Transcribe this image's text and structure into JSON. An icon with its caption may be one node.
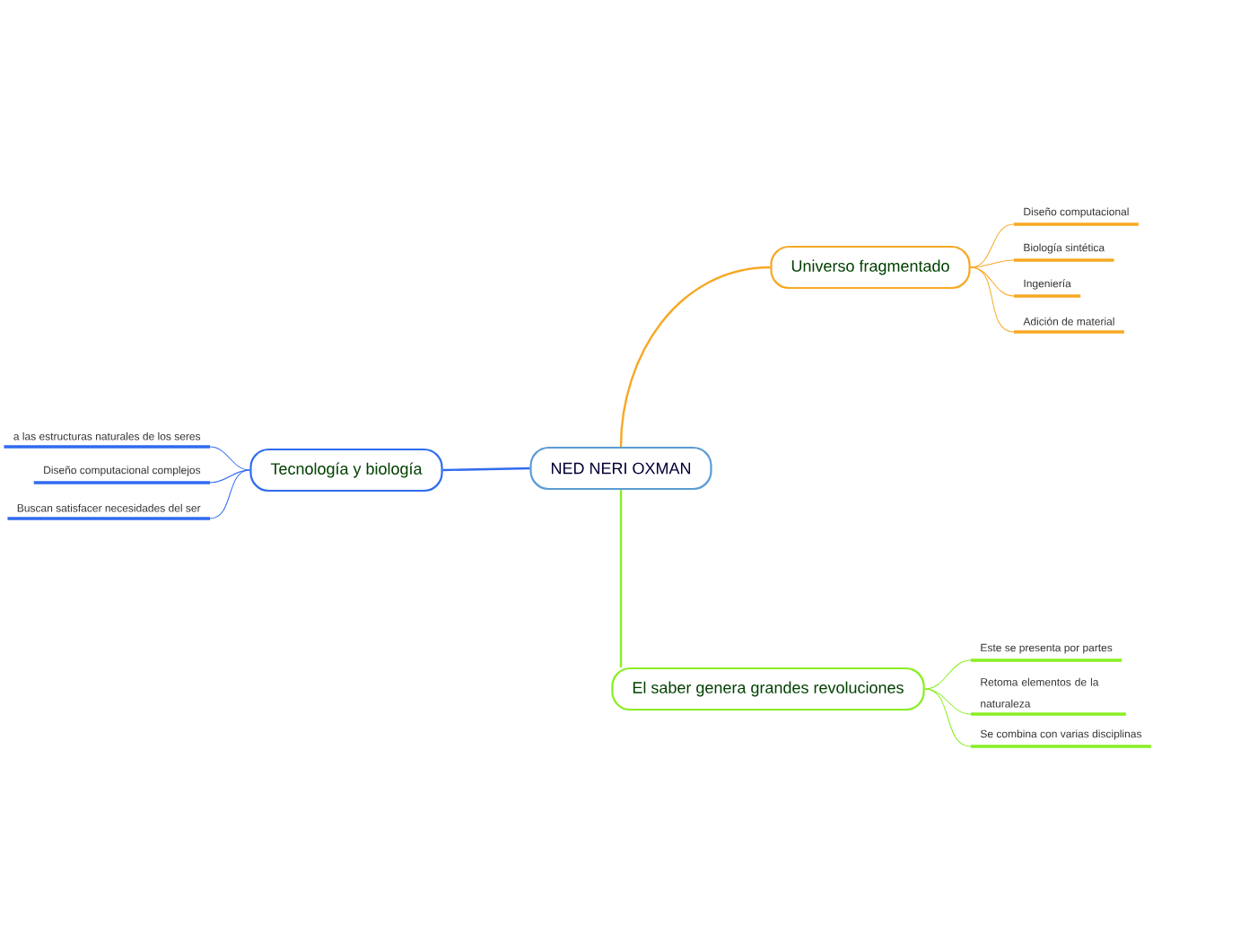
{
  "diagram": {
    "nodes": [
      {
        "text": [
          "NED NERI OXMAN"
        ]
      },
      {
        "text": [
          "Universo fragmentado"
        ]
      },
      {
        "text": [
          "Diseño computacional"
        ]
      },
      {
        "text": [
          "Biología sintética"
        ]
      },
      {
        "text": [
          "Ingeniería"
        ]
      },
      {
        "text": [
          "Adición de material"
        ]
      },
      {
        "text": [
          "Tecnología y biología"
        ]
      },
      {
        "text": [
          "a las estructuras naturales de los seres"
        ]
      },
      {
        "text": [
          "Diseño computacional complejos"
        ]
      },
      {
        "text": [
          "Buscan satisfacer necesidades del ser"
        ]
      },
      {
        "text": [
          "El saber genera grandes revoluciones"
        ]
      },
      {
        "text": [
          "Este se presenta por partes"
        ]
      },
      {
        "text": [
          "Retoma elementos de la naturaleza"
        ]
      },
      {
        "text": [
          "Se combina con varias disciplinas"
        ]
      }
    ],
    "edges": [
      {
        "from": 0,
        "to": 1,
        "arrow": "none",
        "color": "#f7a823"
      },
      {
        "from": 1,
        "to": 2,
        "arrow": "none",
        "color": "#f7a823"
      },
      {
        "from": 1,
        "to": 3,
        "arrow": "none",
        "color": "#f7a823"
      },
      {
        "from": 1,
        "to": 4,
        "arrow": "none",
        "color": "#f7a823"
      },
      {
        "from": 1,
        "to": 5,
        "arrow": "none",
        "color": "#f7a823"
      },
      {
        "from": 0,
        "to": 6,
        "arrow": "none",
        "color": "#2f6bf0"
      },
      {
        "from": 6,
        "to": 7,
        "arrow": "none",
        "color": "#2f6bf0"
      },
      {
        "from": 6,
        "to": 8,
        "arrow": "none",
        "color": "#2f6bf0"
      },
      {
        "from": 6,
        "to": 9,
        "arrow": "none",
        "color": "#2f6bf0"
      },
      {
        "from": 0,
        "to": 10,
        "arrow": "none",
        "color": "#88ee22"
      },
      {
        "from": 10,
        "to": 11,
        "arrow": "none",
        "color": "#88ee22"
      },
      {
        "from": 10,
        "to": 12,
        "arrow": "none",
        "color": "#88ee22"
      },
      {
        "from": 10,
        "to": 13,
        "arrow": "none",
        "color": "#88ee22"
      }
    ]
  }
}
